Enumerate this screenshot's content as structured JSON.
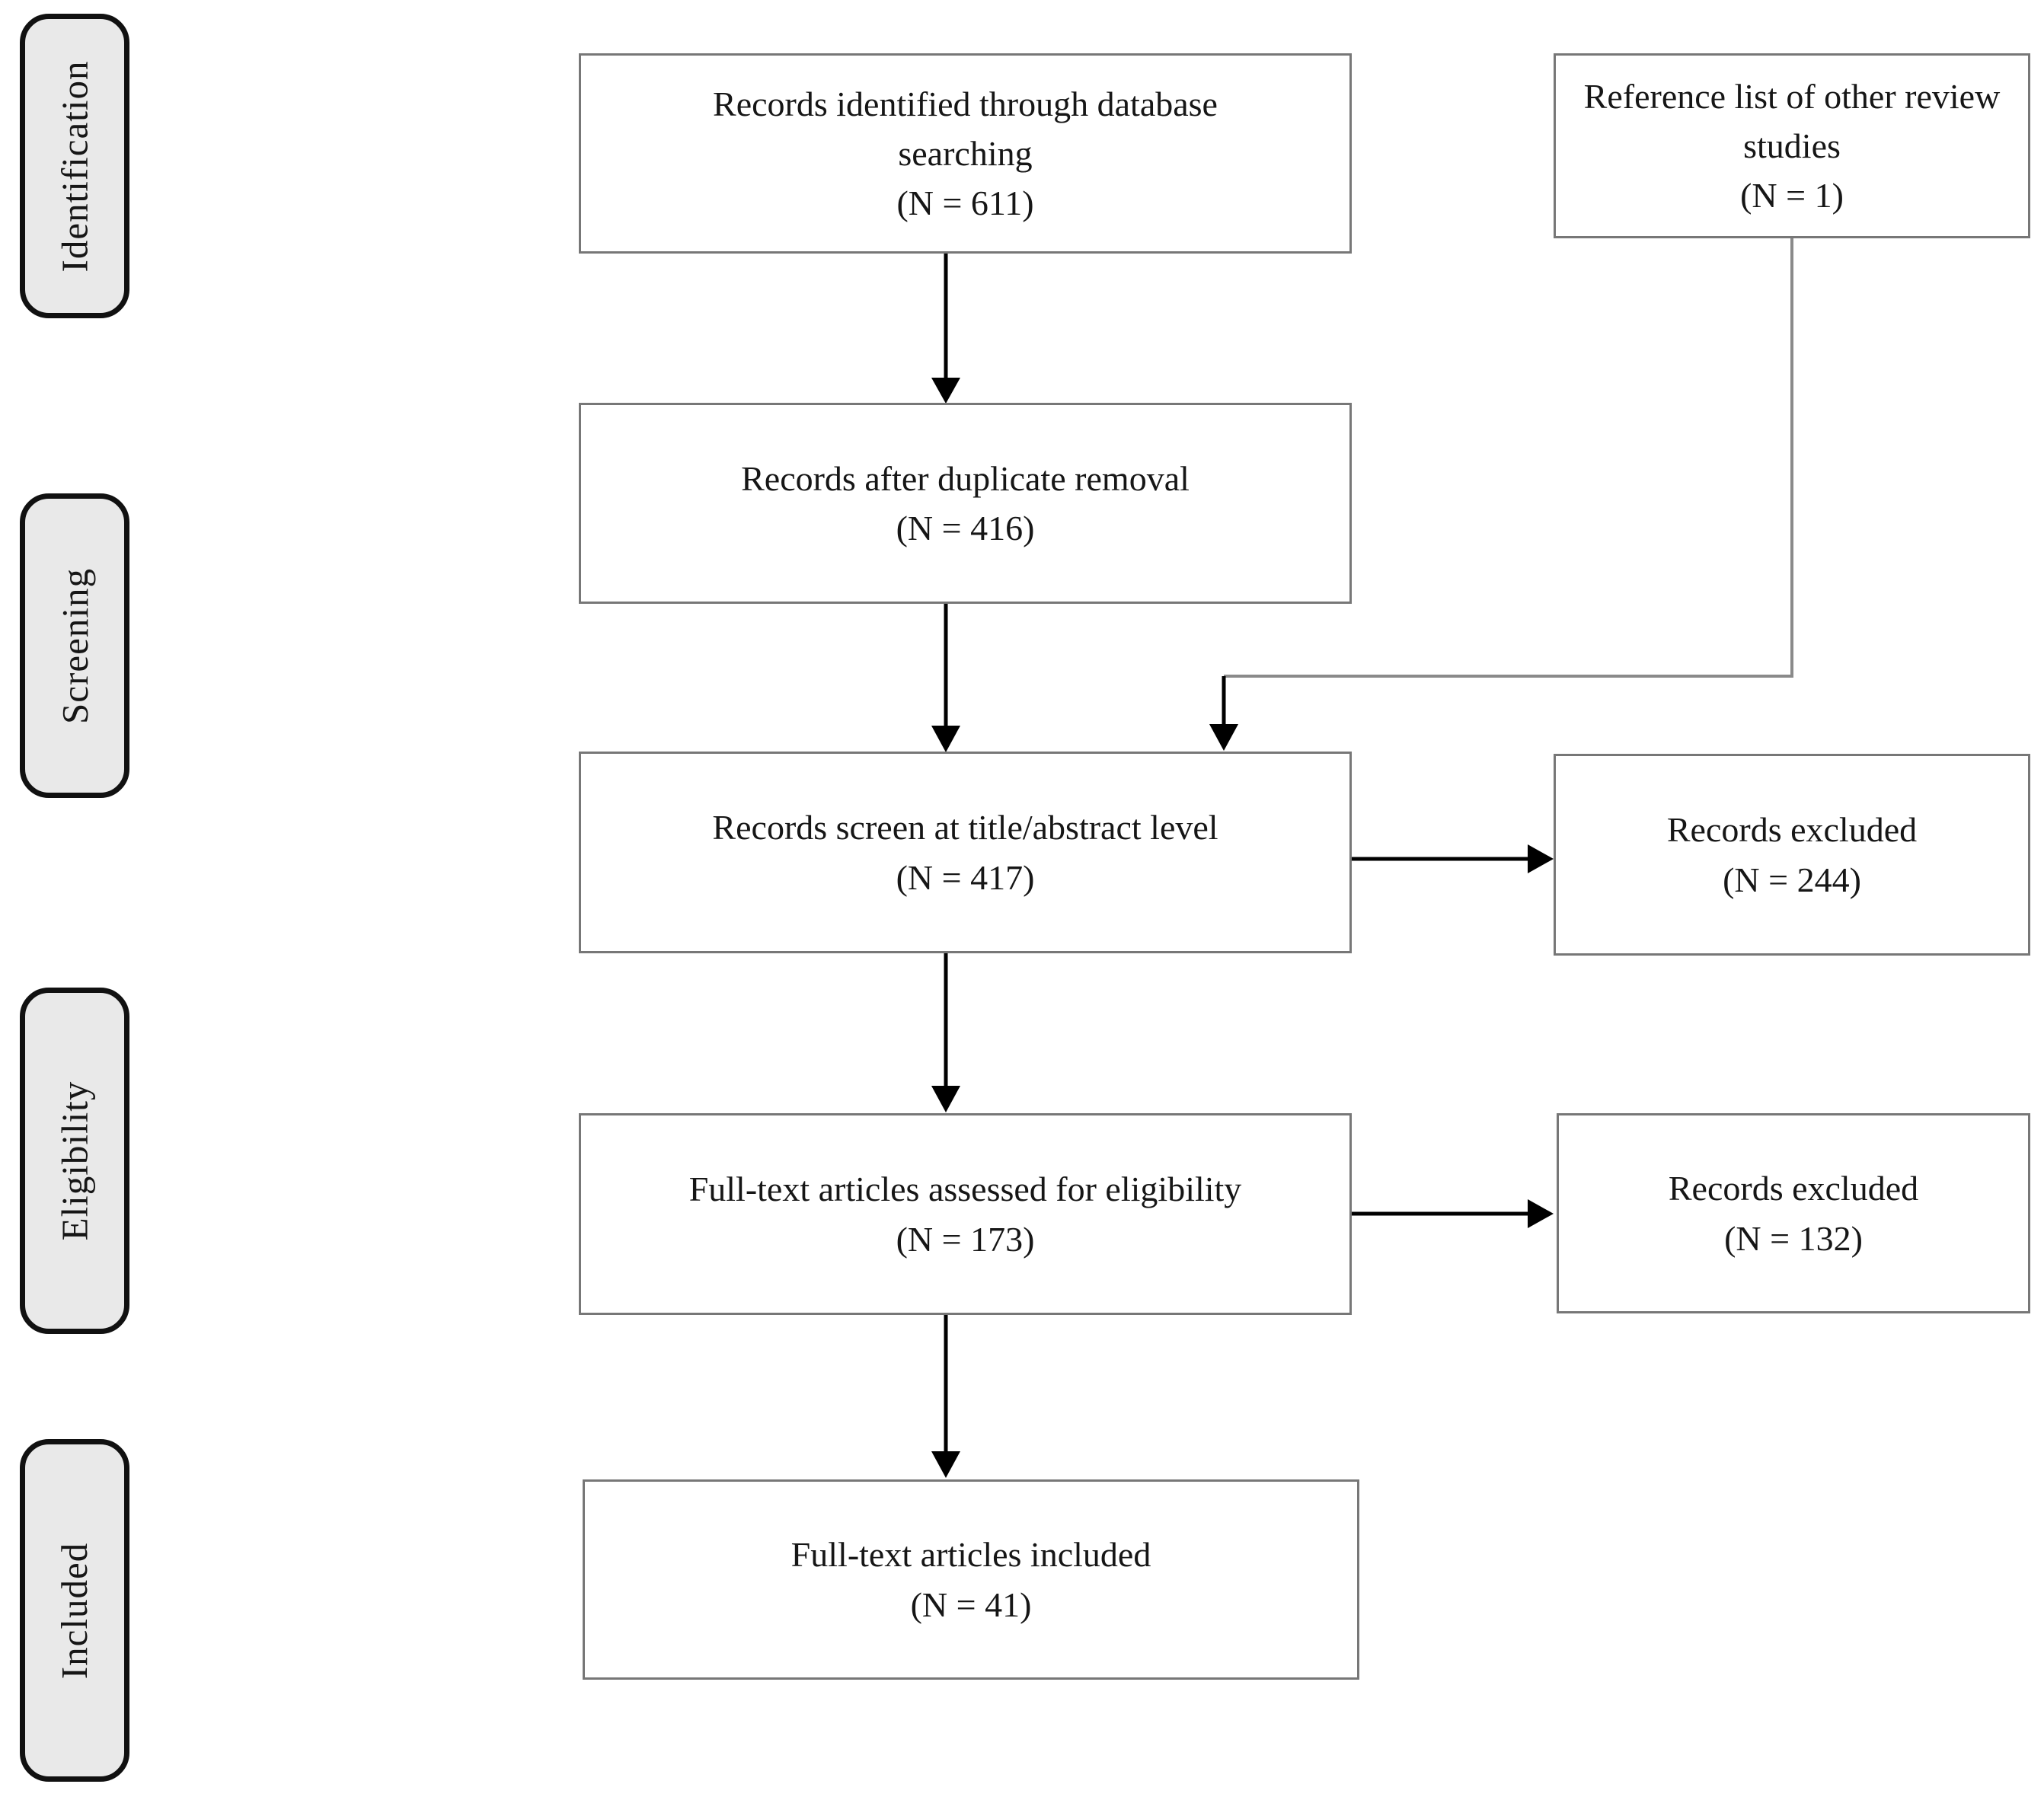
{
  "colors": {
    "background": "#ffffff",
    "node_border": "#777777",
    "node_fill": "#ffffff",
    "stage_fill": "#e9e9e9",
    "stage_border": "#111111",
    "arrow": "#000000",
    "connector": "#8a8a8a",
    "text": "#161616"
  },
  "stages": [
    {
      "label": "Identification"
    },
    {
      "label": "Screening"
    },
    {
      "label": "Eligibility"
    },
    {
      "label": "Included"
    }
  ],
  "nodes": {
    "identified": {
      "label": "Records identified through database searching",
      "count": "(N = 611)"
    },
    "reference_list": {
      "label": "Reference list of other review studies",
      "count": "(N = 1)"
    },
    "deduplicated": {
      "label": "Records after duplicate removal",
      "count": "(N = 416)"
    },
    "screened": {
      "label": "Records screen at title/abstract level",
      "count": "(N = 417)"
    },
    "excluded_screening": {
      "label": "Records excluded",
      "count": "(N = 244)"
    },
    "fulltext_assessed": {
      "label": "Full-text articles assessed for eligibility",
      "count": "(N = 173)"
    },
    "excluded_fulltext": {
      "label": "Records excluded",
      "count": "(N = 132)"
    },
    "included": {
      "label": "Full-text articles included",
      "count": "(N = 41)"
    }
  }
}
